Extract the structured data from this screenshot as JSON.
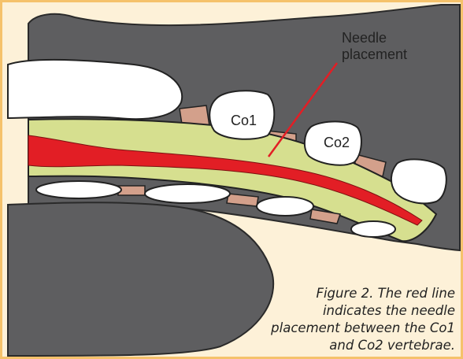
{
  "labels": {
    "needle": "Needle placement",
    "co1": "Co1",
    "co2": "Co2"
  },
  "caption": "Figure 2. The red line indicates the needle placement between the Co1 and Co2 vertebrae.",
  "colors": {
    "background": "#fdf1d8",
    "border": "#f5c26b",
    "tissue": "#5e5e60",
    "spinal_cord": "#d6df8f",
    "vessel": "#e21e25",
    "disc": "#d3a08b",
    "vertebra": "#ffffff",
    "needle": "#e21e25"
  }
}
